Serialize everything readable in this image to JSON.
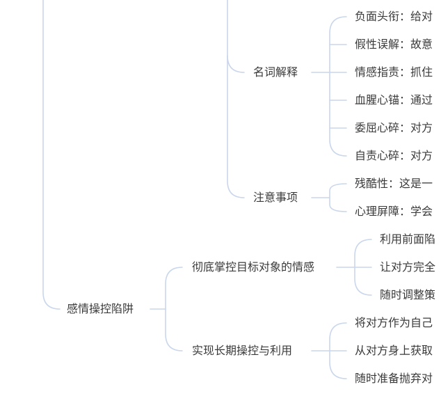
{
  "mindmap": {
    "line_color": "#c9d6ec",
    "text_color": "#3a3a3a",
    "root": {
      "label": "感情操控陷阱"
    },
    "branches": [
      {
        "label": "名词解释",
        "leaves": [
          "负面头衔：给对",
          "假性误解：故意",
          "情感指责：抓住",
          "血腥心锚：通过",
          "委屈心碎：对方",
          "自责心碎：对方"
        ]
      },
      {
        "label": "注意事项",
        "leaves": [
          "残酷性：这是一",
          "心理屏障：学会"
        ]
      },
      {
        "label": "彻底掌控目标对象的情感",
        "leaves": [
          "利用前面陷",
          "让对方完全",
          "随时调整策"
        ]
      },
      {
        "label": "实现长期操控与利用",
        "leaves": [
          "将对方作为自己",
          "从对方身上获取",
          "随时准备抛弃对"
        ]
      }
    ]
  }
}
